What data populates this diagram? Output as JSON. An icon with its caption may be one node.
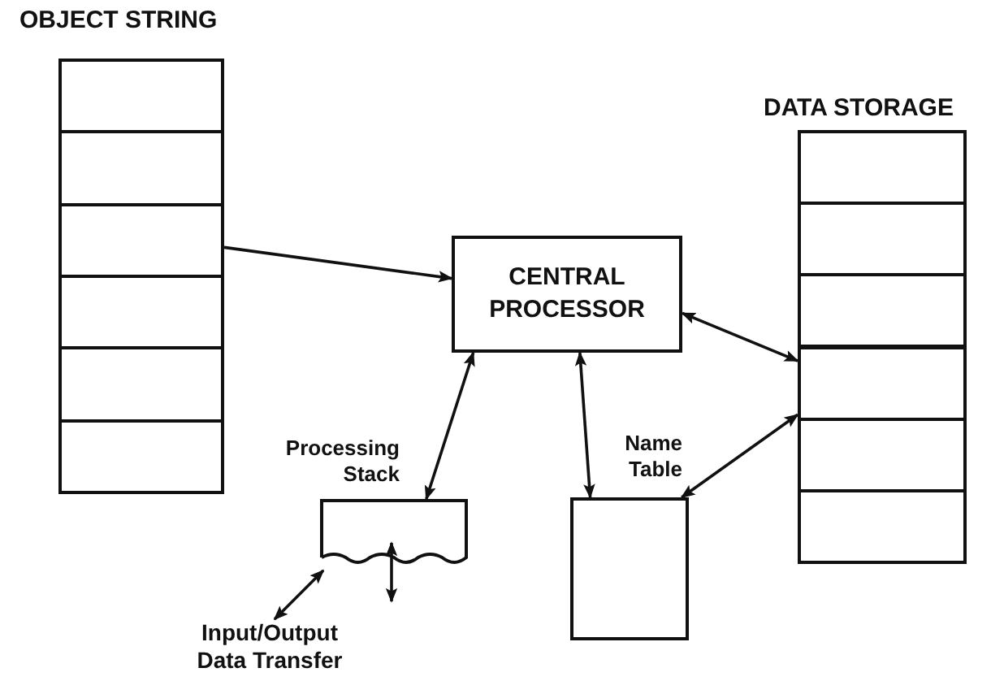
{
  "diagram": {
    "nodes": [
      {
        "text": [
          "OBJECT STRING"
        ]
      },
      {
        "text": [],
        "shape": "box",
        "in": 0
      },
      {
        "text": [],
        "shape": "box",
        "in": 0
      },
      {
        "text": [],
        "shape": "box",
        "in": 0
      },
      {
        "text": [],
        "shape": "box",
        "in": 0
      },
      {
        "text": [],
        "shape": "box",
        "in": 0
      },
      {
        "text": [],
        "shape": "box",
        "in": 0
      },
      {
        "text": [
          "CENTRAL PROCESSOR"
        ]
      },
      {
        "text": [
          "DATA STORAGE"
        ]
      },
      {
        "text": [],
        "shape": "box",
        "in": 8
      },
      {
        "text": [],
        "shape": "box",
        "in": 8
      },
      {
        "text": [],
        "shape": "box",
        "in": 8
      },
      {
        "text": [],
        "shape": "box",
        "in": 8
      },
      {
        "text": [],
        "shape": "box",
        "in": 8
      },
      {
        "text": [],
        "shape": "box",
        "in": 8
      },
      {
        "text": [
          "Processing Stack"
        ]
      },
      {
        "text": [
          "Name Table"
        ]
      },
      {
        "text": [
          "Input/Output Data Transfer"
        ]
      }
    ],
    "edges": [
      {
        "from": 3,
        "to": 7,
        "arrow": "to"
      },
      {
        "from": 7,
        "to": 12,
        "arrow": "both"
      },
      {
        "from": 7,
        "to": 15,
        "arrow": "both"
      },
      {
        "from": 7,
        "to": 16,
        "arrow": "both"
      },
      {
        "from": 16,
        "to": 12,
        "arrow": "both"
      },
      {
        "from": 15,
        "to": 17,
        "arrow": "both"
      }
    ]
  }
}
